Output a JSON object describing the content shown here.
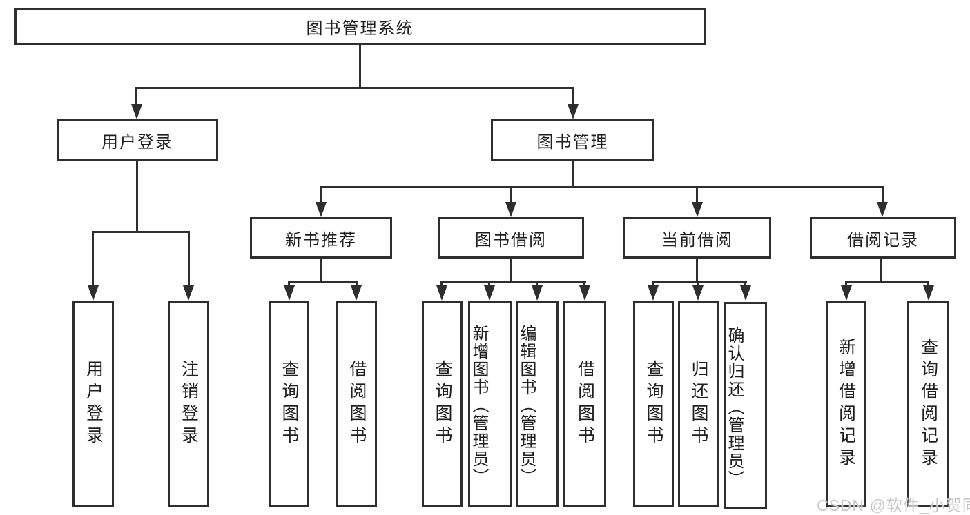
{
  "tree": {
    "root": {
      "label": "图书管理系统",
      "children": [
        {
          "label": "用户登录",
          "children": [
            {
              "label": "用户登录"
            },
            {
              "label": "注销登录"
            }
          ]
        },
        {
          "label": "图书管理",
          "children": [
            {
              "label": "新书推荐",
              "children": [
                {
                  "label": "查询图书"
                },
                {
                  "label": "借阅图书"
                }
              ]
            },
            {
              "label": "图书借阅",
              "children": [
                {
                  "label": "查询图书"
                },
                {
                  "label": "新增图书（管理员）"
                },
                {
                  "label": "编辑图书（管理员）"
                },
                {
                  "label": "借阅图书"
                }
              ]
            },
            {
              "label": "当前借阅",
              "children": [
                {
                  "label": "查询图书"
                },
                {
                  "label": "归还图书"
                },
                {
                  "label": "确认归还（管理员）"
                }
              ]
            },
            {
              "label": "借阅记录",
              "children": [
                {
                  "label": "新增借阅记录"
                },
                {
                  "label": "查询借阅记录"
                }
              ]
            }
          ]
        }
      ]
    }
  },
  "watermark": {
    "text": "CSDN @软件_小贺同学"
  },
  "colors": {
    "line": "#2e2e2e",
    "text": "#1f1f1f",
    "watermark": "#c6c6c6",
    "background": "#ffffff"
  }
}
